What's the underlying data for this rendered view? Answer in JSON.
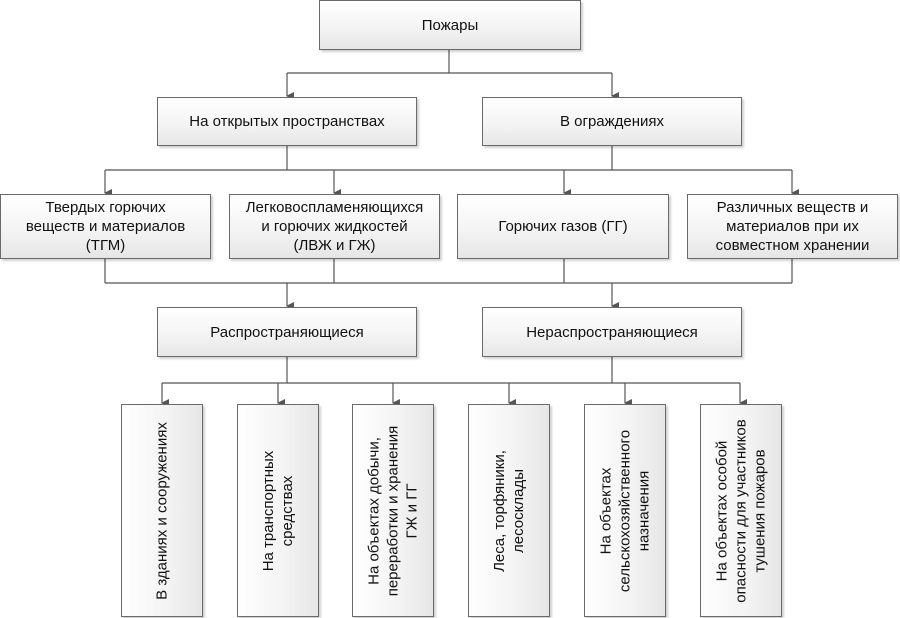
{
  "diagram": {
    "title": "Пожары",
    "level1": [
      {
        "label": "На открытых пространствах"
      },
      {
        "label": "В ограждениях"
      }
    ],
    "level2": [
      {
        "label": "Твердых горючих\nвеществ и материалов\n(ТГМ)"
      },
      {
        "label": "Легковоспламеняющихся\nи горючих жидкостей\n(ЛВЖ и ГЖ)"
      },
      {
        "label": "Горючих газов (ГГ)"
      },
      {
        "label": "Различных веществ и\nматериалов при их\nсовместном хранении"
      }
    ],
    "level3": [
      {
        "label": "Распространяющиеся"
      },
      {
        "label": "Нераспространяющиеся"
      }
    ],
    "level4": [
      {
        "label": "В зданиях и сооружениях"
      },
      {
        "label": "На транспортных\nсредствах"
      },
      {
        "label": "На объектах добычи,\nпереработки и хранения\nГЖ и ГГ"
      },
      {
        "label": "Леса, торфяники,\nлесосклады"
      },
      {
        "label": "На объектах\nсельскохозяйственного\nназначения"
      },
      {
        "label": "На объектах особой\nопасности для участников\nтушения пожаров"
      }
    ]
  },
  "colors": {
    "line": "#555555",
    "border": "#6a6a6a"
  }
}
